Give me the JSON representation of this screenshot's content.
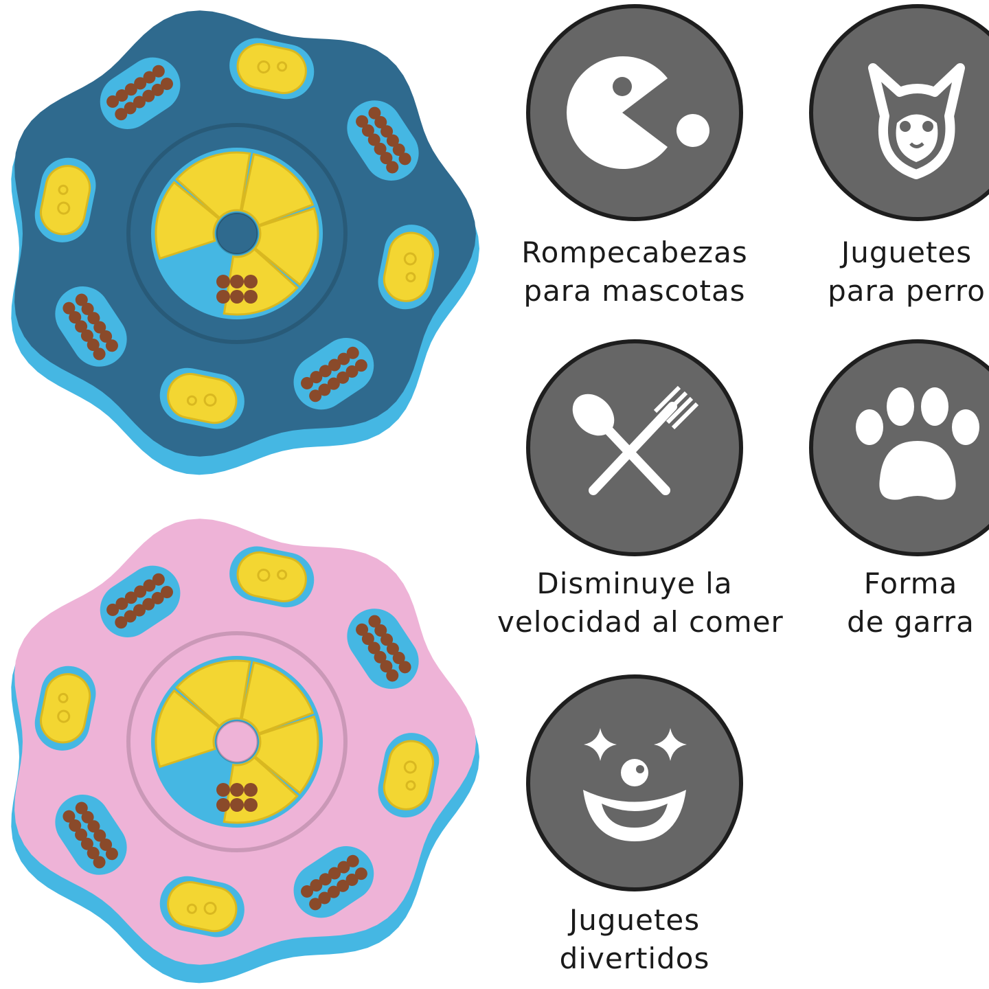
{
  "colors": {
    "circle_fill": "#666666",
    "circle_border": "#1e1e1e",
    "icon_fill": "#ffffff",
    "text": "#1a1a1a",
    "puzzle_blue_top": "#2f6a8e",
    "puzzle_blue_base": "#45b7e3",
    "puzzle_pink_top": "#eeb3d7",
    "puzzle_pink_base": "#45b7e3",
    "slide_yellow": "#f3d632",
    "kibble": "#8a4a2a"
  },
  "products": [
    {
      "name": "blue-puzzle-feeder",
      "top_color": "#2f6a8e",
      "base_color": "#45b7e3"
    },
    {
      "name": "pink-puzzle-feeder",
      "top_color": "#eeb3d7",
      "base_color": "#45b7e3"
    }
  ],
  "features": [
    {
      "icon": "pacman-icon",
      "line1": "Rompecabezas",
      "line2": "para mascotas"
    },
    {
      "icon": "dog-face-icon",
      "line1": "Juguetes",
      "line2": "para perro"
    },
    {
      "icon": "spoon-fork-icon",
      "line1": "Disminuye la",
      "line2": "velocidad al comer"
    },
    {
      "icon": "paw-icon",
      "line1": "Forma",
      "line2": "de garra"
    },
    {
      "icon": "clown-icon",
      "line1": "Juguetes",
      "line2": "divertidos"
    }
  ]
}
